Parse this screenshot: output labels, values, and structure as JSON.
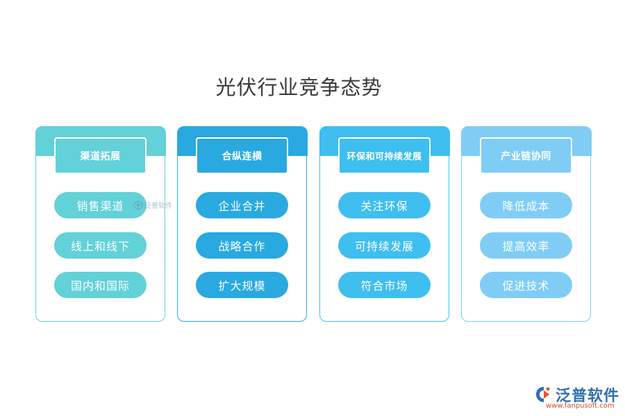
{
  "title": "光伏行业竞争态势",
  "categories": [
    {
      "header": "渠道拓展",
      "items": [
        "销售渠道",
        "线上和线下",
        "国内和国际"
      ],
      "color": "#62d1d8"
    },
    {
      "header": "合纵连横",
      "items": [
        "企业合并",
        "战略合作",
        "扩大规模"
      ],
      "color": "#29a9e0"
    },
    {
      "header": "环保和可持续发展",
      "items": [
        "关注环保",
        "可持续发展",
        "符合市场"
      ],
      "color": "#3fbef0"
    },
    {
      "header": "产业链协同",
      "items": [
        "降低成本",
        "提高效率",
        "促进技术"
      ],
      "color": "#7fcdf5"
    }
  ],
  "watermark": {
    "text": "泛普软件"
  },
  "logo": {
    "brand": "泛普软件",
    "url": "www.fanpusoft.com"
  }
}
